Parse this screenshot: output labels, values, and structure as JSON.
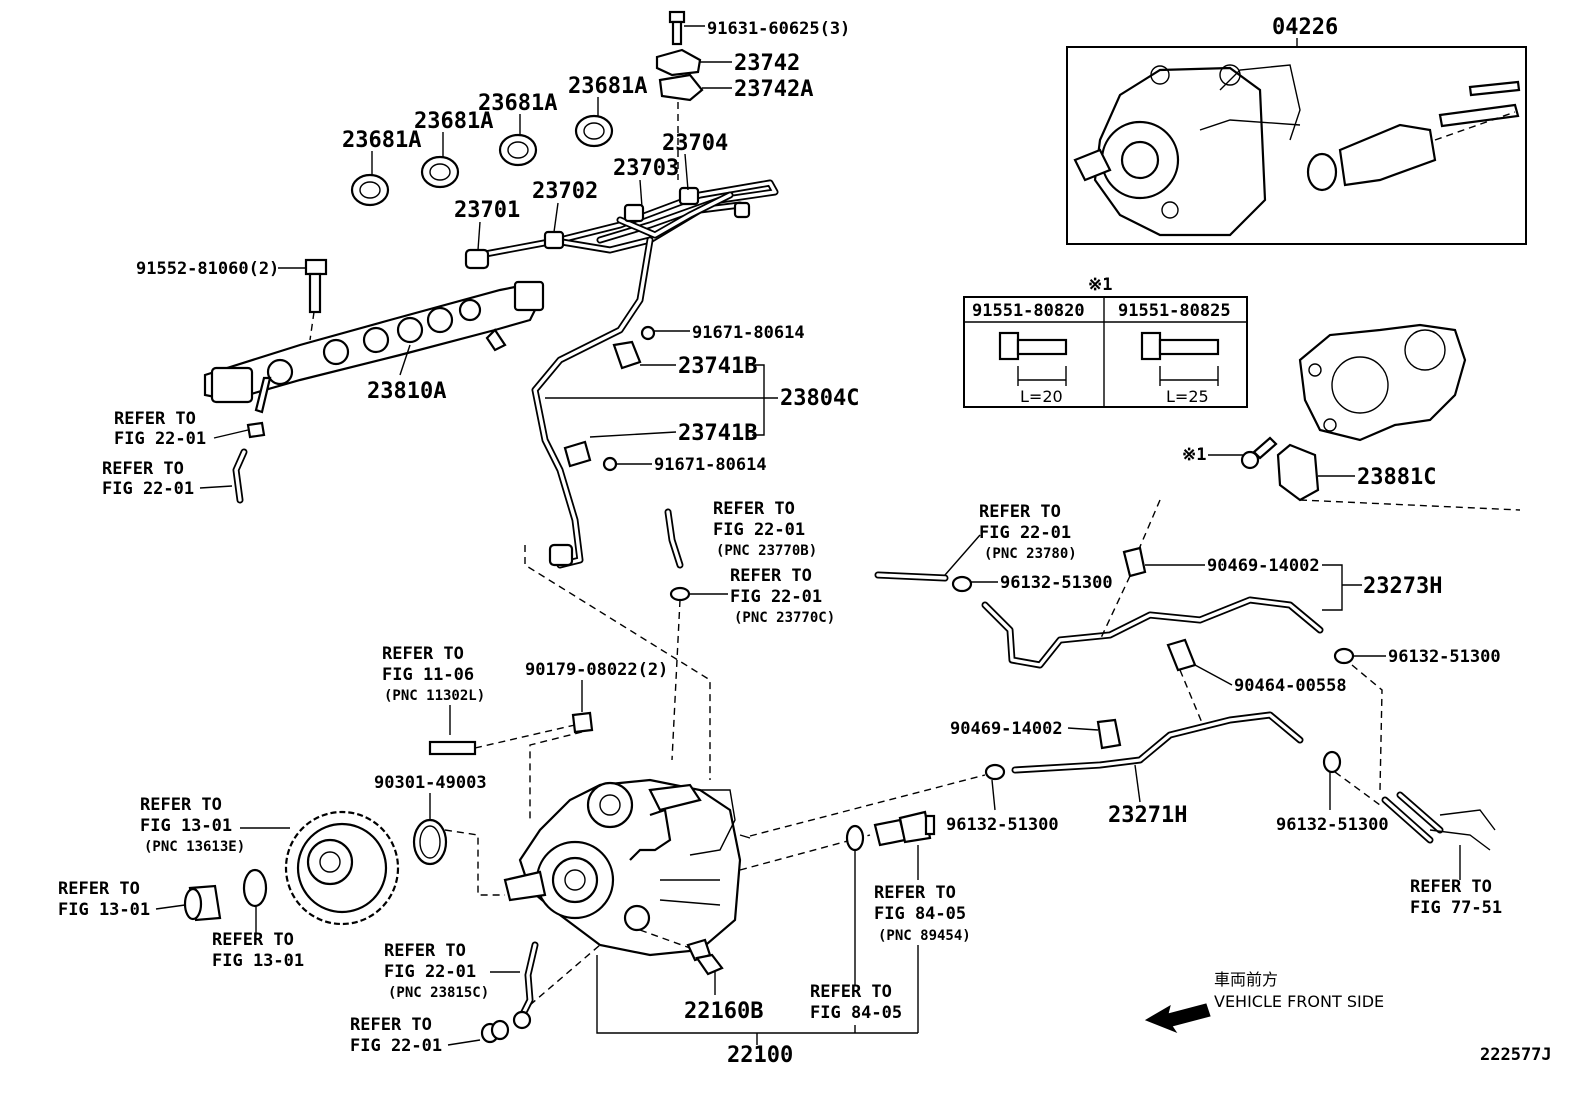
{
  "labels": {
    "p04226": "04226",
    "p91631": "91631-60625(3)",
    "p23742": "23742",
    "p23742A": "23742A",
    "p23704": "23704",
    "p23703": "23703",
    "p23702": "23702",
    "p23701": "23701",
    "p23681A_1": "23681A",
    "p23681A_2": "23681A",
    "p23681A_3": "23681A",
    "p23681A_4": "23681A",
    "p91552": "91552-81060(2)",
    "p23810A": "23810A",
    "p91671_a": "91671-80614",
    "p23741B_a": "23741B",
    "p23804C": "23804C",
    "p23741B_b": "23741B",
    "p91671_b": "91671-80614",
    "p23881C": "23881C",
    "p90469_a": "90469-14002",
    "p23273H": "23273H",
    "p96132_a": "96132-51300",
    "p96132_b": "96132-51300",
    "p90464": "90464-00558",
    "p90469_b": "90469-14002",
    "p96132_c": "96132-51300",
    "p23271H": "23271H",
    "p96132_d": "96132-51300",
    "p90179": "90179-08022(2)",
    "p90301": "90301-49003",
    "p22160B": "22160B",
    "p22100": "22100",
    "p222577J": "222577J",
    "note_mark": "※1",
    "note_mark_small": "※1",
    "tbl_col1": "91551-80820",
    "tbl_col2": "91551-80825",
    "tbl_len1": "L=20",
    "tbl_len2": "L=25",
    "front_jp": "車両前方",
    "front_en": "VEHICLE FRONT SIDE"
  },
  "refers": {
    "r1_a": "REFER TO",
    "r1_b": "FIG 22-01",
    "r2_a": "REFER TO",
    "r2_b": "FIG 22-01",
    "r3_a": "REFER TO",
    "r3_b": "FIG 22-01",
    "r3_c": "(PNC 23770B)",
    "r4_a": "REFER TO",
    "r4_b": "FIG 22-01",
    "r4_c": "(PNC 23770C)",
    "r5_a": "REFER TO",
    "r5_b": "FIG 22-01",
    "r5_c": "(PNC 23780)",
    "r6_a": "REFER TO",
    "r6_b": "FIG 11-06",
    "r6_c": "(PNC 11302L)",
    "r7_a": "REFER TO",
    "r7_b": "FIG 13-01",
    "r7_c": "(PNC 13613E)",
    "r8_a": "REFER TO",
    "r8_b": "FIG 13-01",
    "r9_a": "REFER TO",
    "r9_b": "FIG 13-01",
    "r10_a": "REFER TO",
    "r10_b": "FIG 22-01",
    "r10_c": "(PNC 23815C)",
    "r11_a": "REFER TO",
    "r11_b": "FIG 22-01",
    "r12_a": "REFER TO",
    "r12_b": "FIG 84-05",
    "r12_c": "(PNC 89454)",
    "r13_a": "REFER TO",
    "r13_b": "FIG 84-05",
    "r14_a": "REFER TO",
    "r14_b": "FIG 77-51"
  }
}
